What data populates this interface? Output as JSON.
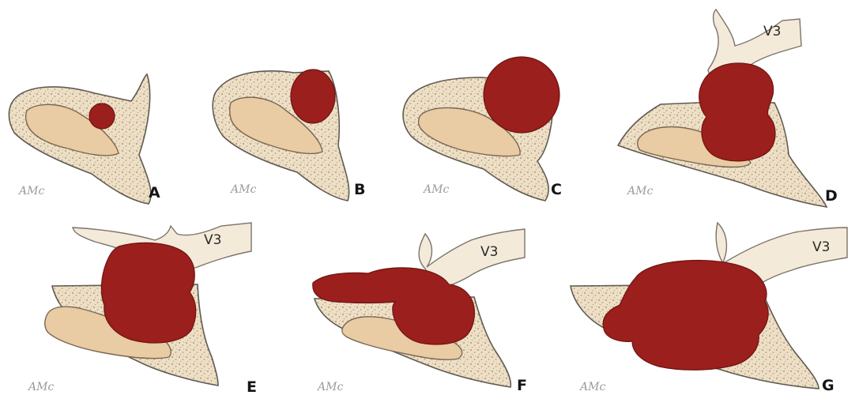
{
  "colors": {
    "bone": "#eee0c7",
    "bone_outline": "#5f5a52",
    "trabecula": "#bfa98a",
    "sinus": "#e9cba4",
    "sinus_outline": "#7a6752",
    "tumor": "#9b1f1c",
    "tumor_outline": "#6e1412",
    "nerve": "#f4ead9",
    "nerve_outline": "#7b746a",
    "letter": "#151515",
    "signature": "#9a9a9a"
  },
  "nerve_label": "V3",
  "signature_mark": "AMc",
  "panels": [
    {
      "id": "A",
      "letter": "A",
      "has_nerve": false
    },
    {
      "id": "B",
      "letter": "B",
      "has_nerve": false
    },
    {
      "id": "C",
      "letter": "C",
      "has_nerve": false
    },
    {
      "id": "D",
      "letter": "D",
      "has_nerve": true
    },
    {
      "id": "E",
      "letter": "E",
      "has_nerve": true
    },
    {
      "id": "F",
      "letter": "F",
      "has_nerve": true
    },
    {
      "id": "G",
      "letter": "G",
      "has_nerve": true
    }
  ]
}
